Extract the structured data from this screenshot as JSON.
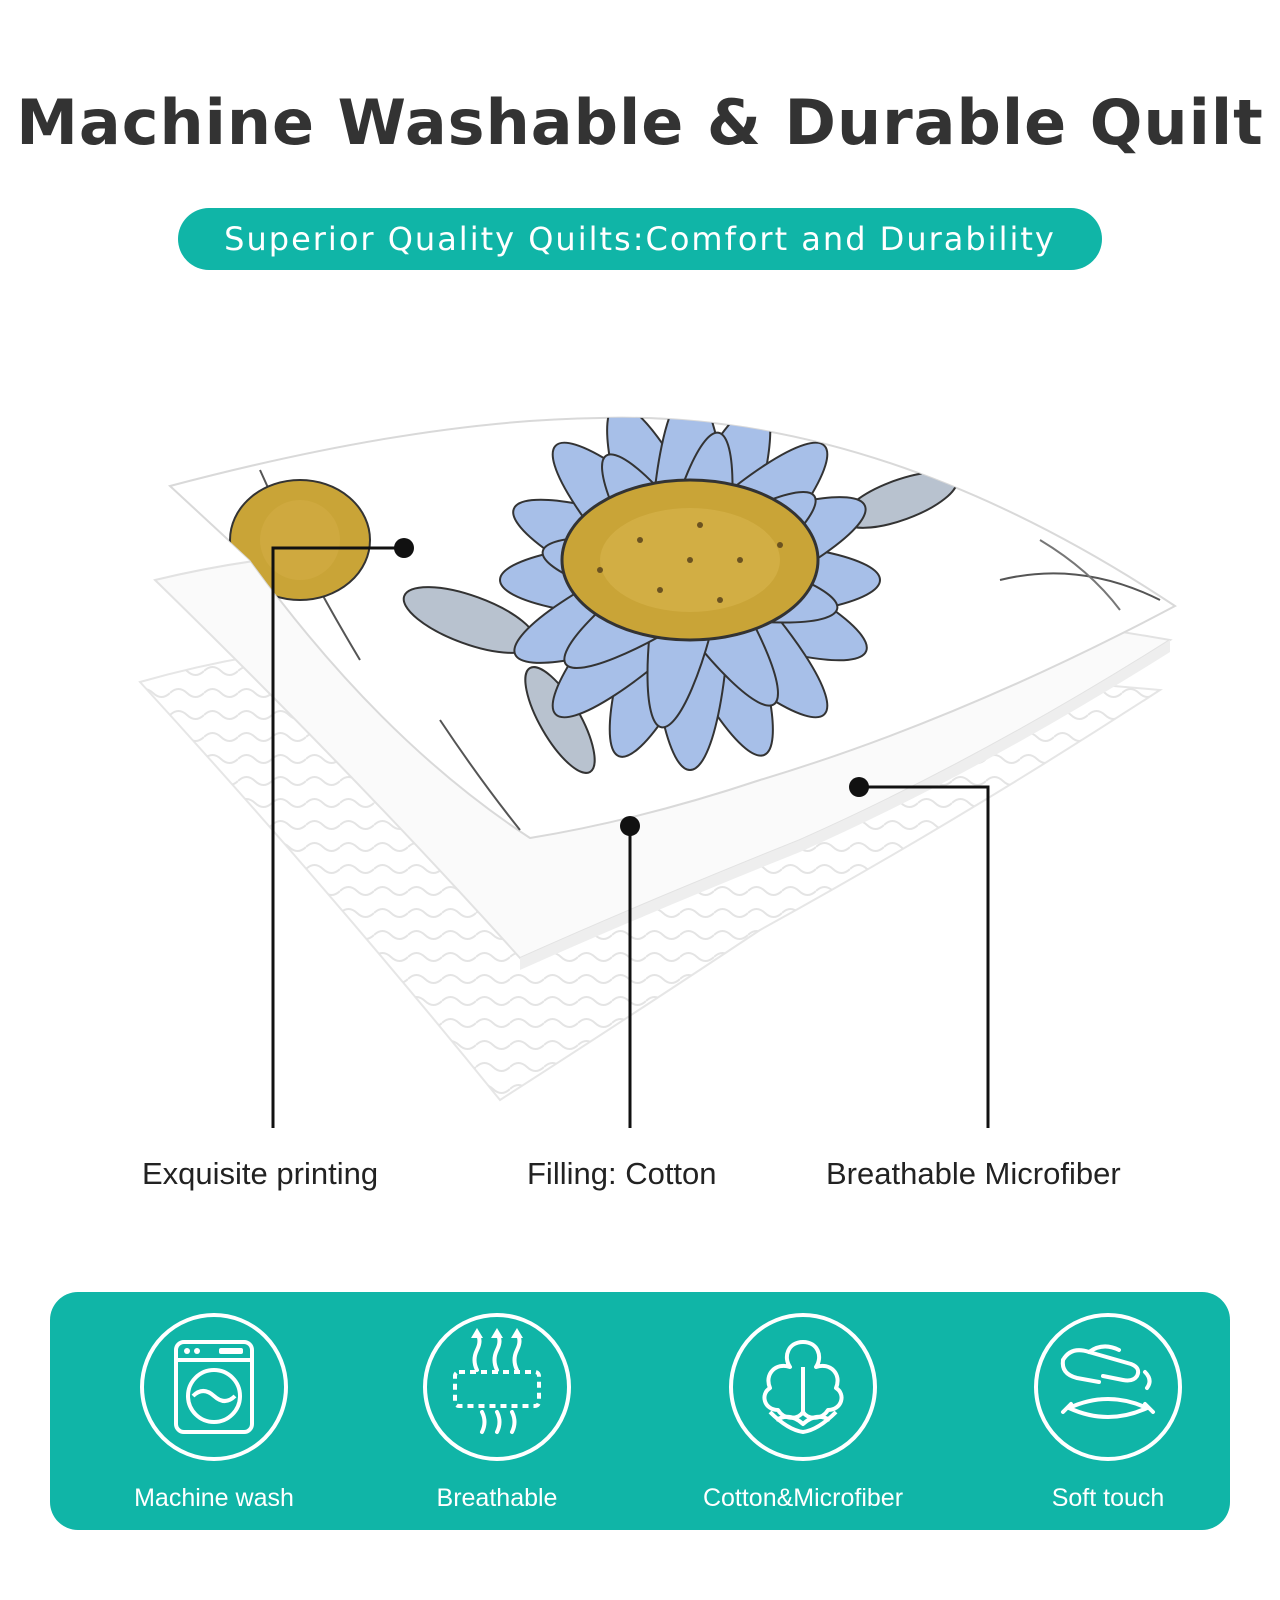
{
  "header": {
    "title": "Machine Washable & Durable Quilt",
    "subtitle": "Superior Quality Quilts:Comfort and Durability"
  },
  "layers": [
    {
      "label": "Exquisite printing"
    },
    {
      "label": "Filling: Cotton"
    },
    {
      "label": "Breathable Microfiber"
    }
  ],
  "features": [
    {
      "label": "Machine wash",
      "icon": "washing-machine-icon"
    },
    {
      "label": "Breathable",
      "icon": "breathable-heat-icon"
    },
    {
      "label": "Cotton&Microfiber",
      "icon": "cotton-flower-icon"
    },
    {
      "label": "Soft touch",
      "icon": "soft-touch-hand-icon"
    }
  ],
  "colors": {
    "accent": "#10b5a7",
    "petal": "#a7bfe8",
    "center": "#c9a437",
    "title": "#333333"
  }
}
